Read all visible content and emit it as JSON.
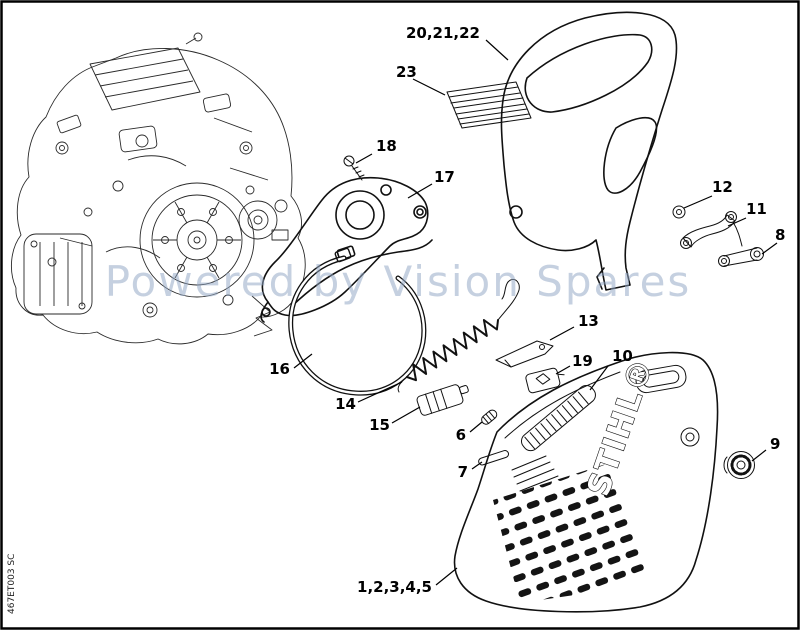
{
  "diagram": {
    "watermark": "Powered by Vision Spares",
    "doc_code": "467ET003 SC",
    "brand": "STIHL®",
    "labels": {
      "p20_21_22": "20,21,22",
      "p23": "23",
      "p18": "18",
      "p17": "17",
      "p12": "12",
      "p11": "11",
      "p8": "8",
      "p16": "16",
      "p14": "14",
      "p15": "15",
      "p13": "13",
      "p19": "19",
      "p6": "6",
      "p10": "10",
      "p7": "7",
      "p9": "9",
      "p1_2_3_4_5": "1,2,3,4,5"
    }
  }
}
